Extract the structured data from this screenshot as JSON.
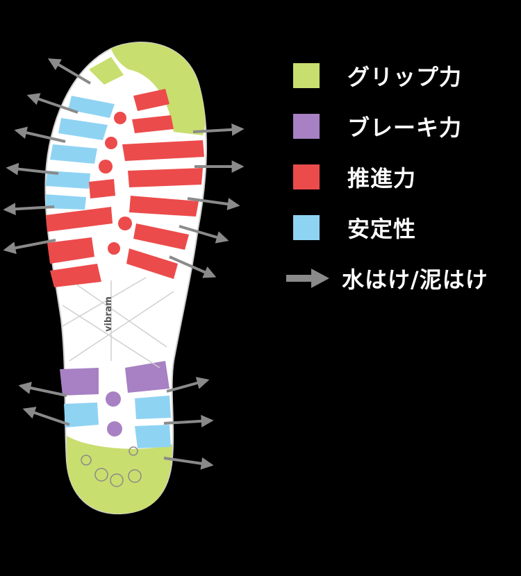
{
  "legend": {
    "grip": {
      "label": "グリップ力",
      "color": "#c8de6e"
    },
    "brake": {
      "label": "ブレーキ力",
      "color": "#a781c3"
    },
    "propulsion": {
      "label": "推進力",
      "color": "#ec4b4b"
    },
    "stability": {
      "label": "安定性",
      "color": "#8fd3f3"
    },
    "drainage": {
      "label": "水はけ/泥はけ",
      "color": "#8a8a8a"
    }
  },
  "sole": {
    "logo": "vibram",
    "outline_color": "#ffffff"
  }
}
